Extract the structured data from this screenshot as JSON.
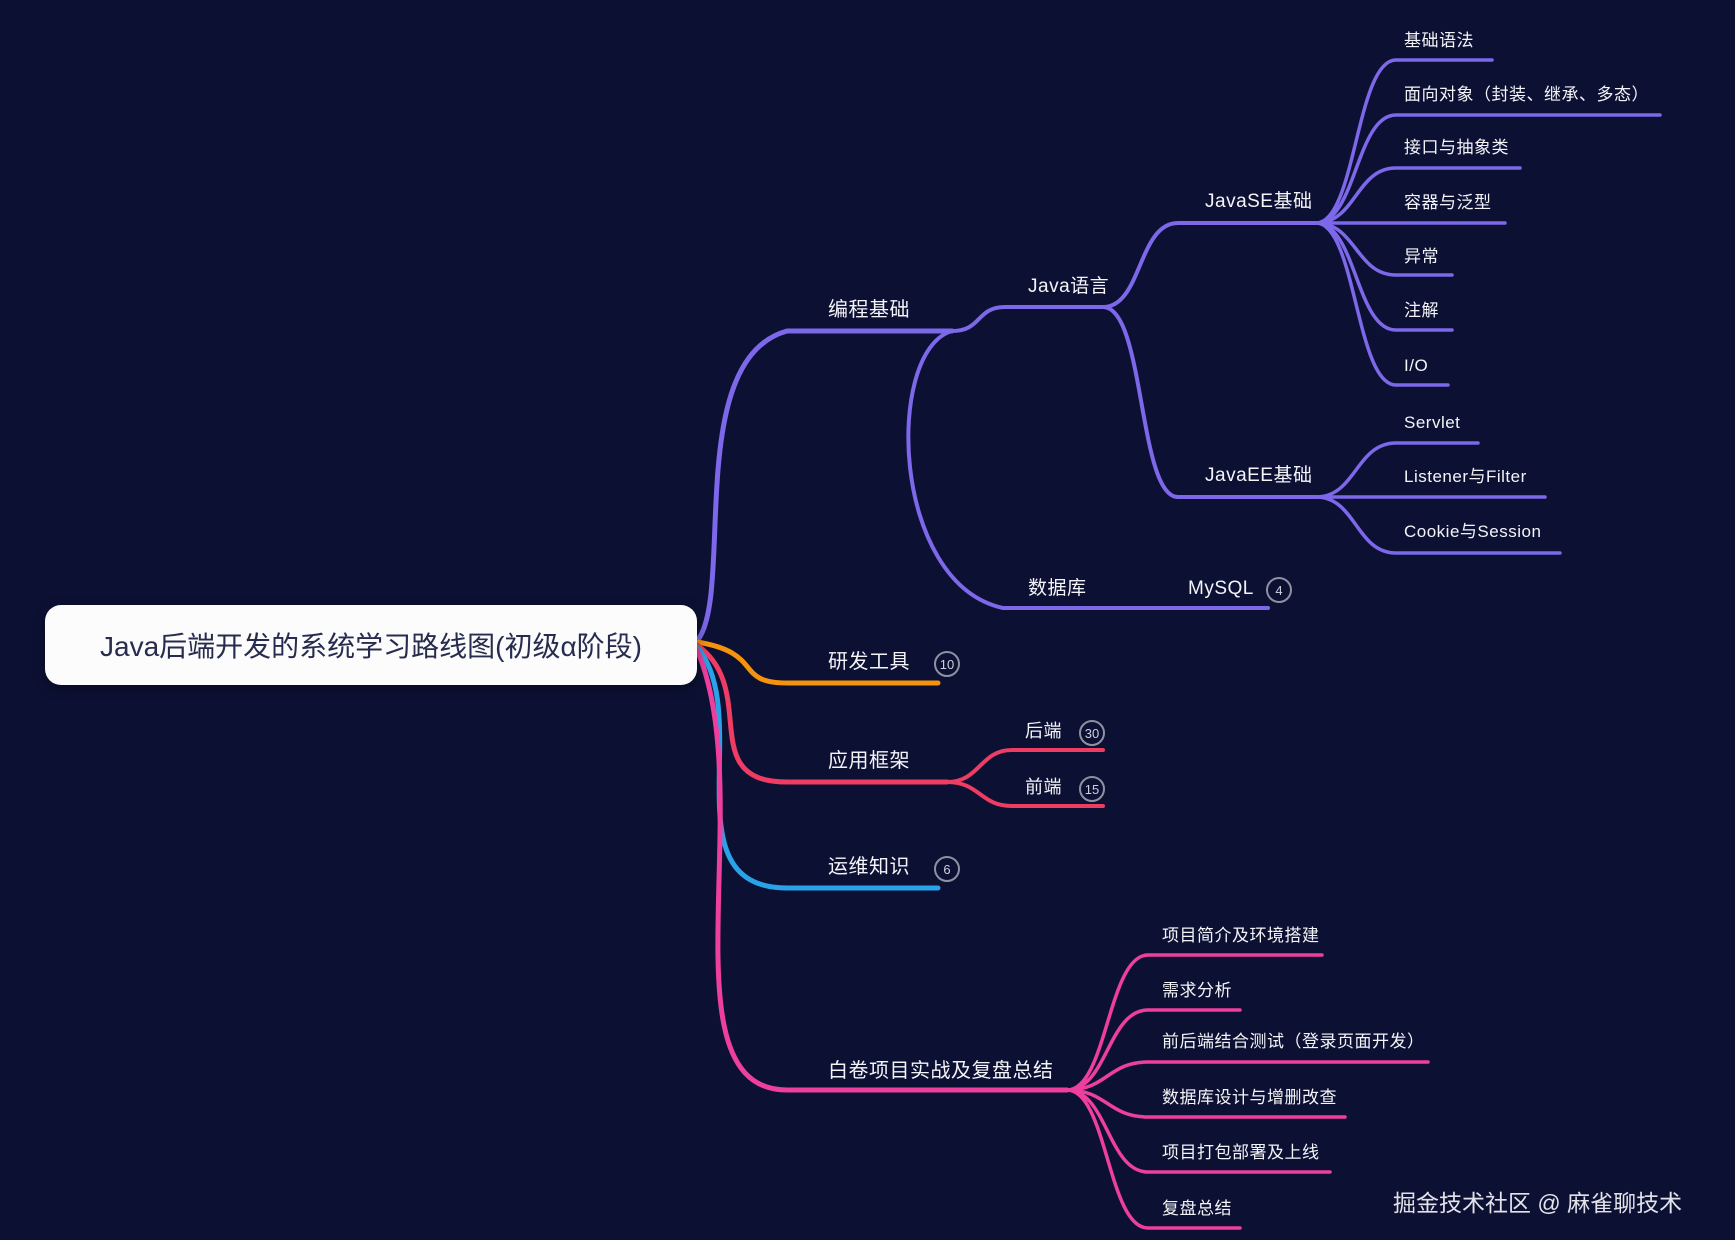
{
  "root": {
    "label": "Java后端开发的系统学习路线图(初级α阶段)"
  },
  "watermark": "掘金技术社区 @ 麻雀聊技术",
  "colors": {
    "background": "#0c1134",
    "purple": "#7d68ea",
    "orange": "#f5930d",
    "crimson": "#ee3c63",
    "blue": "#2aa2e8",
    "pink": "#ee3f9f",
    "badge_ring": "#8d92a2",
    "badge_text": "#ced1da",
    "label_text": "#f4f4f8",
    "root_bg": "#fcfcfd",
    "root_text": "#272c4e"
  },
  "nodes": {
    "biancheng": {
      "label": "编程基础"
    },
    "java_lang": {
      "label": "Java语言"
    },
    "javase": {
      "label": "JavaSE基础"
    },
    "se_jichuyufa": {
      "label": "基础语法"
    },
    "se_oop": {
      "label": "面向对象（封装、继承、多态）"
    },
    "se_interface": {
      "label": "接口与抽象类"
    },
    "se_container": {
      "label": "容器与泛型"
    },
    "se_exception": {
      "label": "异常"
    },
    "se_annotation": {
      "label": "注解"
    },
    "se_io": {
      "label": "I/O"
    },
    "javaee": {
      "label": "JavaEE基础"
    },
    "ee_servlet": {
      "label": "Servlet"
    },
    "ee_listener": {
      "label": "Listener与Filter"
    },
    "ee_cookie": {
      "label": "Cookie与Session"
    },
    "database": {
      "label": "数据库"
    },
    "mysql": {
      "label": "MySQL",
      "badge": "4"
    },
    "yanfa": {
      "label": "研发工具",
      "badge": "10"
    },
    "framework": {
      "label": "应用框架"
    },
    "houduan": {
      "label": "后端",
      "badge": "30"
    },
    "qianduan": {
      "label": "前端",
      "badge": "15"
    },
    "yunwei": {
      "label": "运维知识",
      "badge": "6"
    },
    "baijuan": {
      "label": "白卷项目实战及复盘总结"
    },
    "bj_intro": {
      "label": "项目简介及环境搭建"
    },
    "bj_xuqiu": {
      "label": "需求分析"
    },
    "bj_test": {
      "label": "前后端结合测试（登录页面开发）"
    },
    "bj_db": {
      "label": "数据库设计与增删改查"
    },
    "bj_deploy": {
      "label": "项目打包部署及上线"
    },
    "bj_fupan": {
      "label": "复盘总结"
    }
  }
}
